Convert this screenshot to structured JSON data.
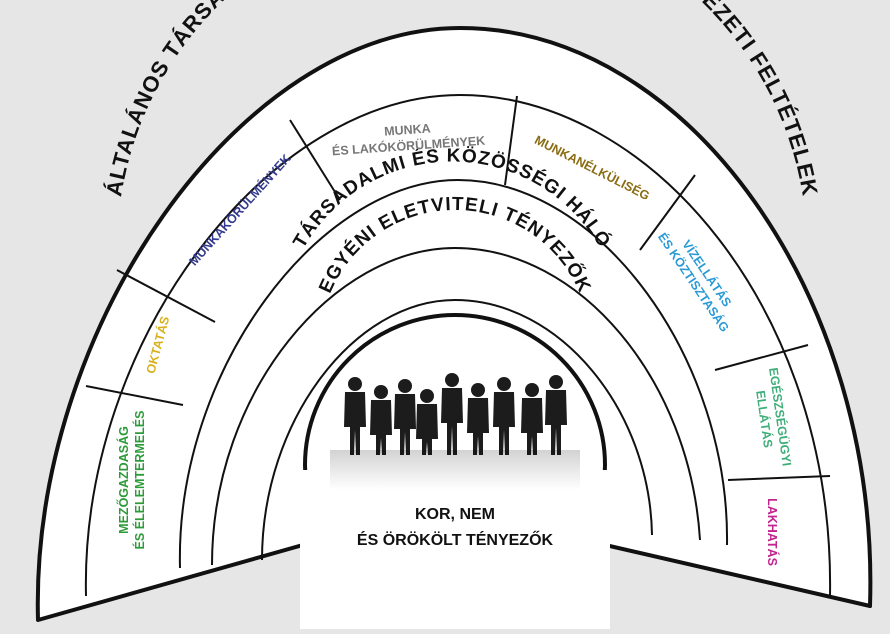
{
  "outer_ring": {
    "title": "ÁLTALÁNOS TÁRSADALMI, GAZDASÁGI, KULTURÁLIS ÉS KÖRNYEZETI FELTÉTELEK"
  },
  "segments": [
    {
      "lines": [
        "MEZŐGAZDASÁG",
        "ÉS ÉLELEMTERMELÉS"
      ],
      "color": "#2e9b3a"
    },
    {
      "lines": [
        "OKTATÁS"
      ],
      "color": "#d8b21e"
    },
    {
      "lines": [
        "MUNKAKÖRÜLMÉNYEK"
      ],
      "color": "#333a8e"
    },
    {
      "lines": [
        "MUNKA",
        "ÉS LAKÓKÖRÜLMÉNYEK"
      ],
      "color": "#777777"
    },
    {
      "lines": [
        "MUNKANÉLKÜLISÉG"
      ],
      "color": "#8a6c12"
    },
    {
      "lines": [
        "VÍZELLÁTÁS",
        "ÉS KÖZTISZTASÁG"
      ],
      "color": "#2a9ad6"
    },
    {
      "lines": [
        "EGÉSZSÉGÜGYI",
        "ELLÁTÁS"
      ],
      "color": "#3fae7a"
    },
    {
      "lines": [
        "LAKHATÁS"
      ],
      "color": "#c2258f"
    }
  ],
  "social_ring": {
    "title": "TÁRSADALMI ÉS KÖZÖSSÉGI HÁLÓ"
  },
  "lifestyle_ring": {
    "title": "EGYÉNI ELETVITELI TÉNYEZŐK"
  },
  "core": {
    "line1": "KOR, NEM",
    "line2": "ÉS ÖRÖKÖLT TÉNYEZŐK"
  },
  "colors": {
    "background": "#e6e6e6",
    "stroke": "#111111",
    "fill": "#ffffff"
  },
  "icons": [
    "people-silhouettes-icon"
  ]
}
